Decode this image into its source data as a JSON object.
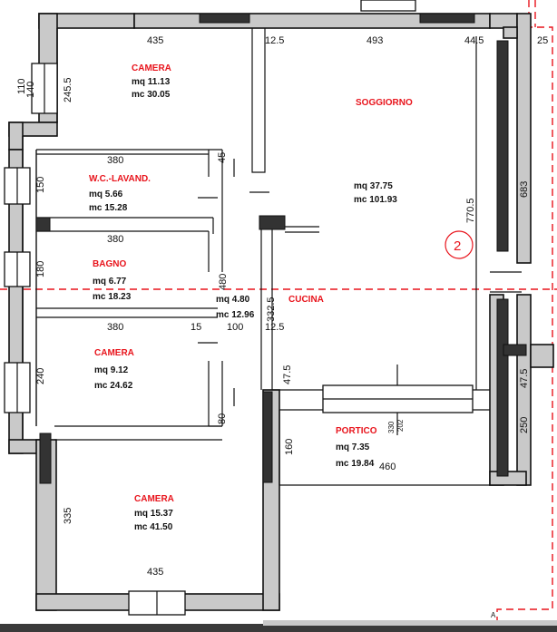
{
  "rooms": {
    "camera_top": {
      "name": "CAMERA",
      "mq": "mq 11.13",
      "mc": "mc 30.05"
    },
    "soggiorno": {
      "name": "SOGGIORNO",
      "mq": "mq 37.75",
      "mc": "mc 101.93"
    },
    "wc": {
      "name": "W.C.-LAVAND.",
      "mq": "mq 5.66",
      "mc": "mc 15.28"
    },
    "bagno": {
      "name": "BAGNO",
      "mq": "mq 6.77",
      "mc": "mc 18.23"
    },
    "corridoio": {
      "mq": "mq 4.80",
      "mc": "mc 12.96"
    },
    "cucina": {
      "name": "CUCINA"
    },
    "camera_mid": {
      "name": "CAMERA",
      "mq": "mq 9.12",
      "mc": "mc 24.62"
    },
    "portico": {
      "name": "PORTICO",
      "mq": "mq 7.35",
      "mc": "mc 19.84"
    },
    "camera_bot": {
      "name": "CAMERA",
      "mq": "mq 15.37",
      "mc": "mc 41.50"
    }
  },
  "dims": {
    "d435_top": "435",
    "d12_5_top": "12.5",
    "d493": "493",
    "d44_5": "44.5",
    "d25": "25",
    "d110": "110",
    "d140": "140",
    "d245_5": "245.5",
    "d380_a": "380",
    "d45": "45",
    "d150": "150",
    "d380_b": "380",
    "d180": "180",
    "d480": "480",
    "d380_c": "380",
    "d15": "15",
    "d100": "100",
    "d12_5_mid": "12.5",
    "d332_5": "332.5",
    "d240": "240",
    "d80": "80",
    "d47_5_l": "47.5",
    "d770_5": "770.5",
    "d683": "683",
    "d47_5_r": "47.5",
    "d250": "250",
    "d160": "160",
    "d460": "460",
    "d330": "330",
    "d202": "202",
    "d335": "335",
    "d435_bot": "435"
  },
  "section_marker": "2",
  "corner_mark": "A"
}
